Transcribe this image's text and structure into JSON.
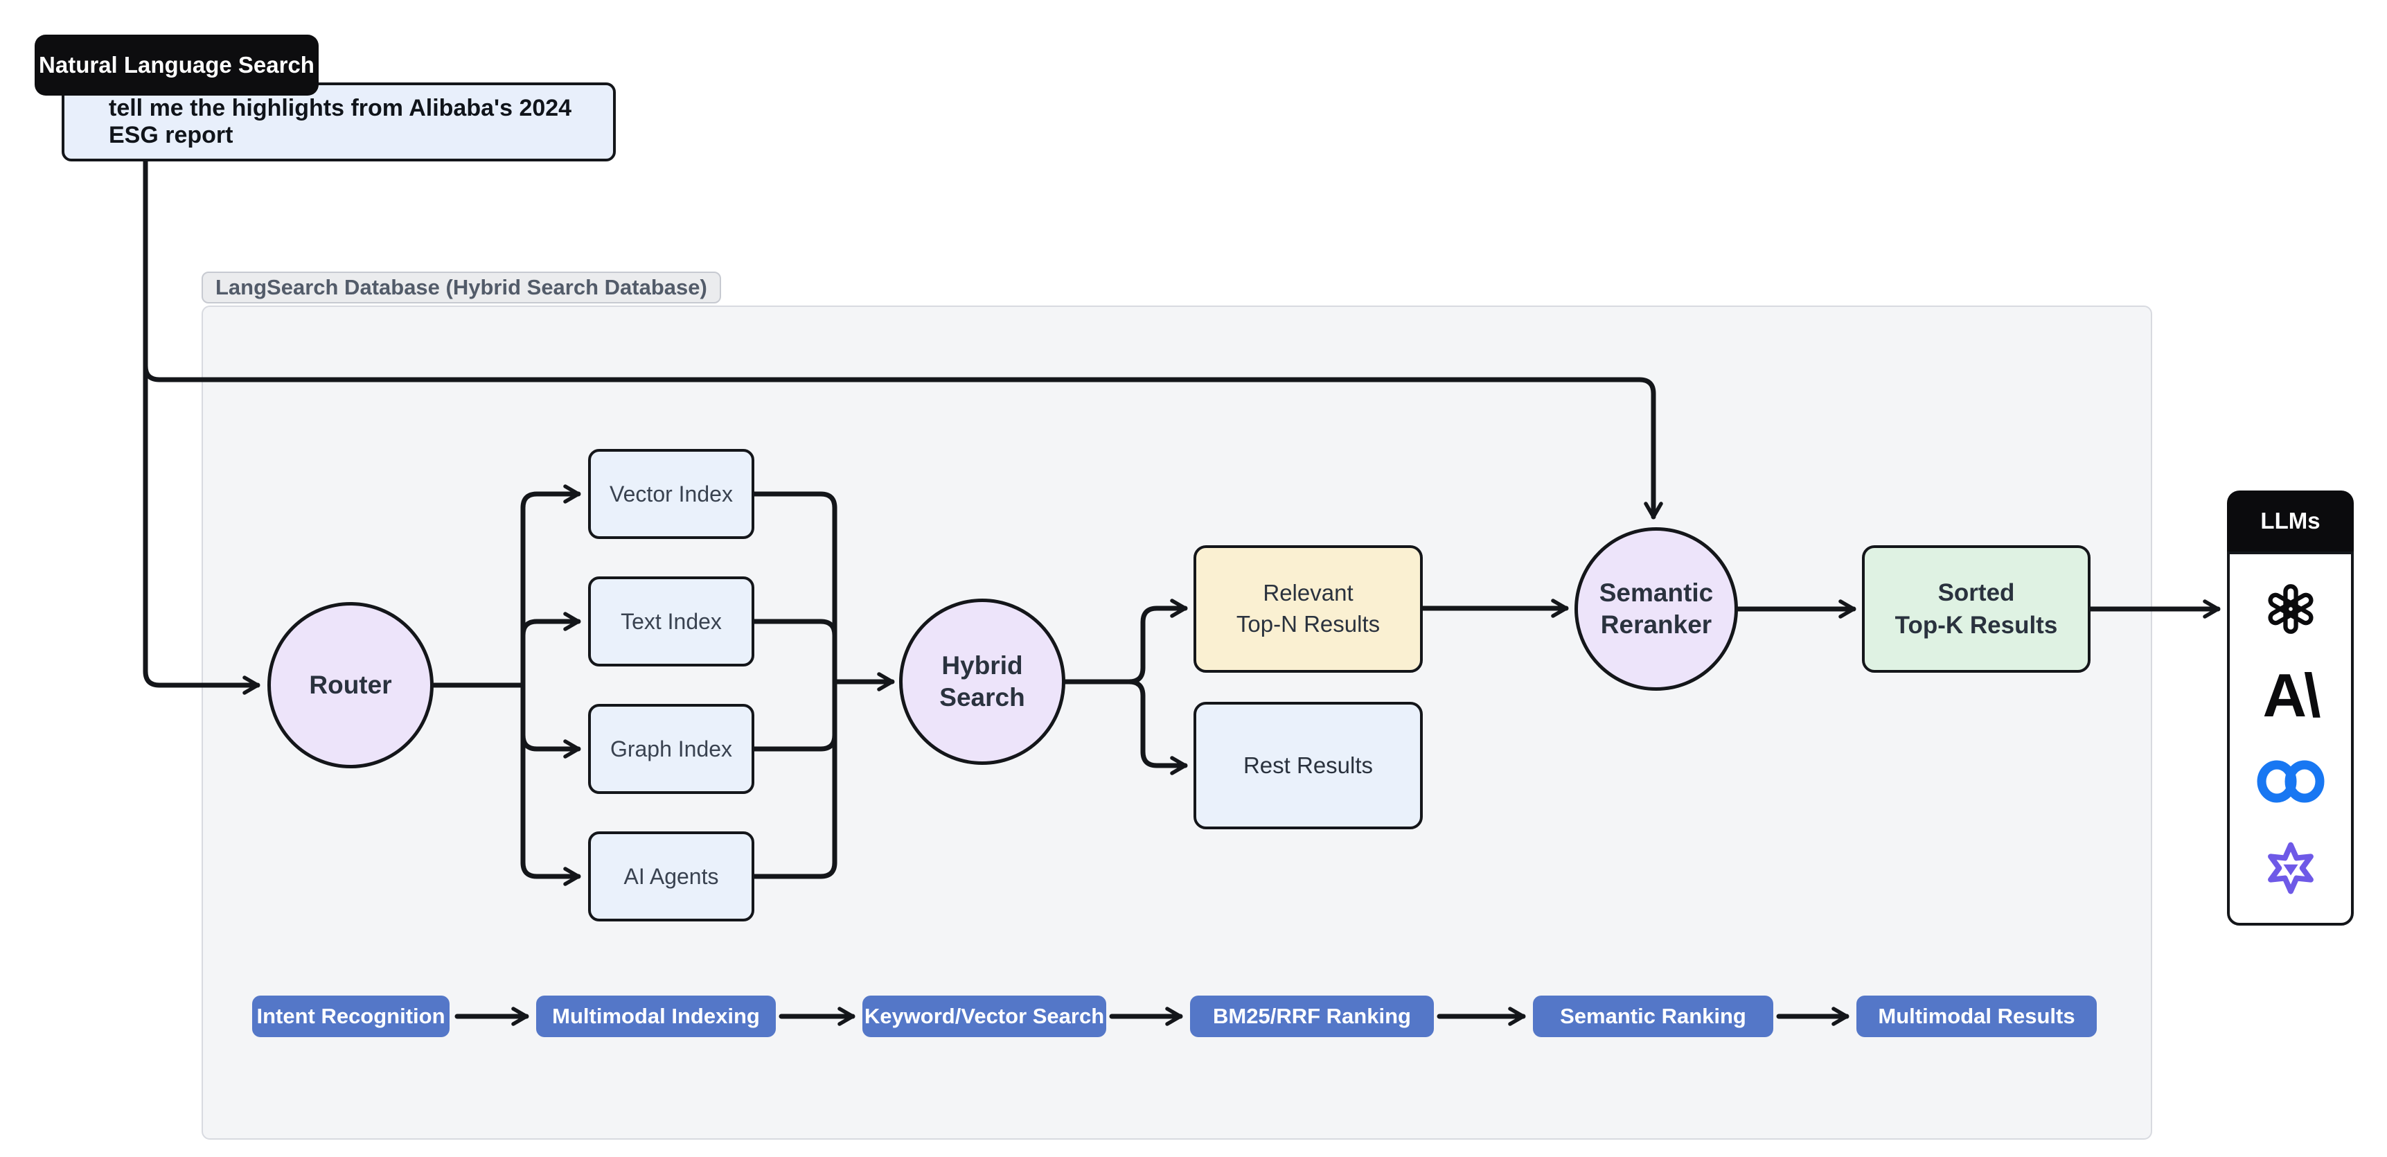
{
  "input": {
    "badge_label": "Natural Language Search",
    "query_text": "tell me the highlights from Alibaba's 2024 ESG report"
  },
  "database": {
    "label": "LangSearch Database (Hybrid Search Database)"
  },
  "nodes": {
    "router": {
      "label": "Router"
    },
    "indexes": [
      {
        "label": "Vector Index"
      },
      {
        "label": "Text Index"
      },
      {
        "label": "Graph Index"
      },
      {
        "label": "AI Agents"
      }
    ],
    "hybrid_search": {
      "line1": "Hybrid",
      "line2": "Search"
    },
    "relevant_results": {
      "line1": "Relevant",
      "line2": "Top-N Results"
    },
    "rest_results": {
      "label": "Rest Results"
    },
    "semantic_reranker": {
      "line1": "Semantic",
      "line2": "Reranker"
    },
    "sorted_results": {
      "line1": "Sorted",
      "line2": "Top-K Results"
    }
  },
  "llms": {
    "title": "LLMs",
    "providers": [
      {
        "icon": "openai-logo"
      },
      {
        "icon": "anthropic-logo",
        "glyph": "A\\"
      },
      {
        "icon": "meta-logo"
      },
      {
        "icon": "qwen-logo"
      }
    ]
  },
  "pipeline": {
    "steps": [
      {
        "label": "Intent Recognition"
      },
      {
        "label": "Multimodal Indexing"
      },
      {
        "label": "Keyword/Vector Search"
      },
      {
        "label": "BM25/RRF Ranking"
      },
      {
        "label": "Semantic Ranking"
      },
      {
        "label": "Multimodal Results"
      }
    ]
  },
  "colors": {
    "node_lavender": "#EDE4FA",
    "node_blue": "#EAF1FB",
    "node_yellow": "#FAF0D2",
    "node_green": "#DFF2E3",
    "pill_blue": "#5477C8",
    "meta_blue": "#1877F2",
    "qwen_purple": "#6E59E7",
    "line_black": "#14161A"
  }
}
